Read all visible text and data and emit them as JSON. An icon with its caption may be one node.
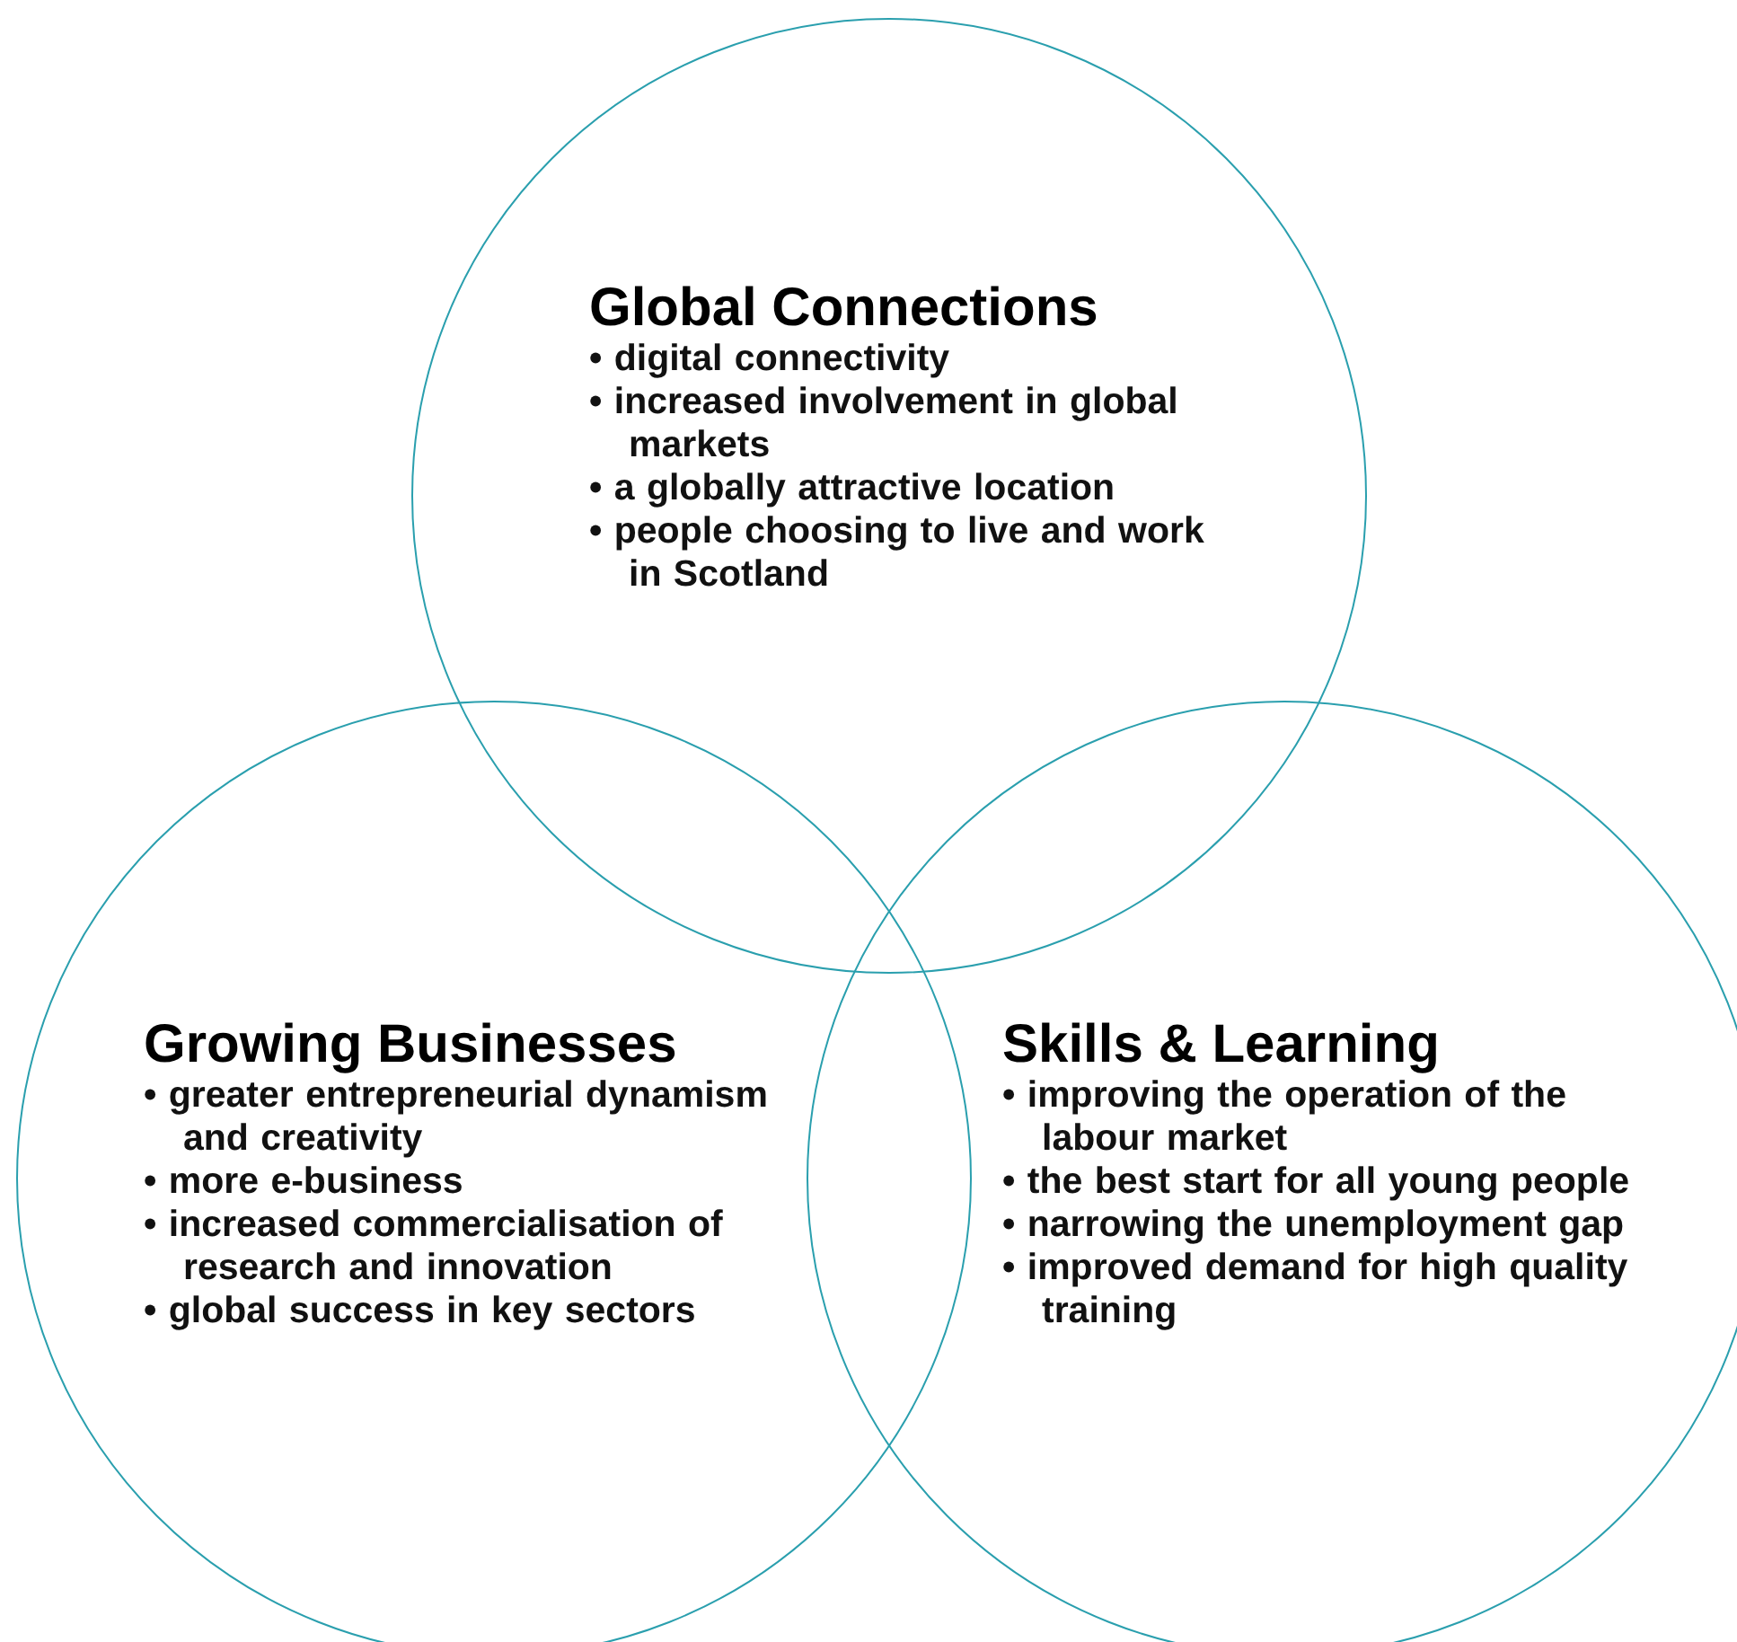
{
  "diagram": {
    "nodes": [
      {
        "text": [
          "Global Connections",
          "• digital connectivity",
          "• increased involvement in global markets",
          "• a globally attractive location",
          "• people choosing to live and work in Scotland"
        ]
      },
      {
        "text": [
          "Growing Businesses",
          "• greater entrepreneurial dynamism and creativity",
          "• more e-business",
          "• increased commercialisation of research and innovation",
          "• global success in key sectors"
        ]
      },
      {
        "text": [
          "Skills & Learning",
          "• improving the operation of the labour market",
          "• the best start for all young people",
          "• narrowing the unemployment gap",
          "• improved demand for high quality training"
        ]
      }
    ]
  }
}
